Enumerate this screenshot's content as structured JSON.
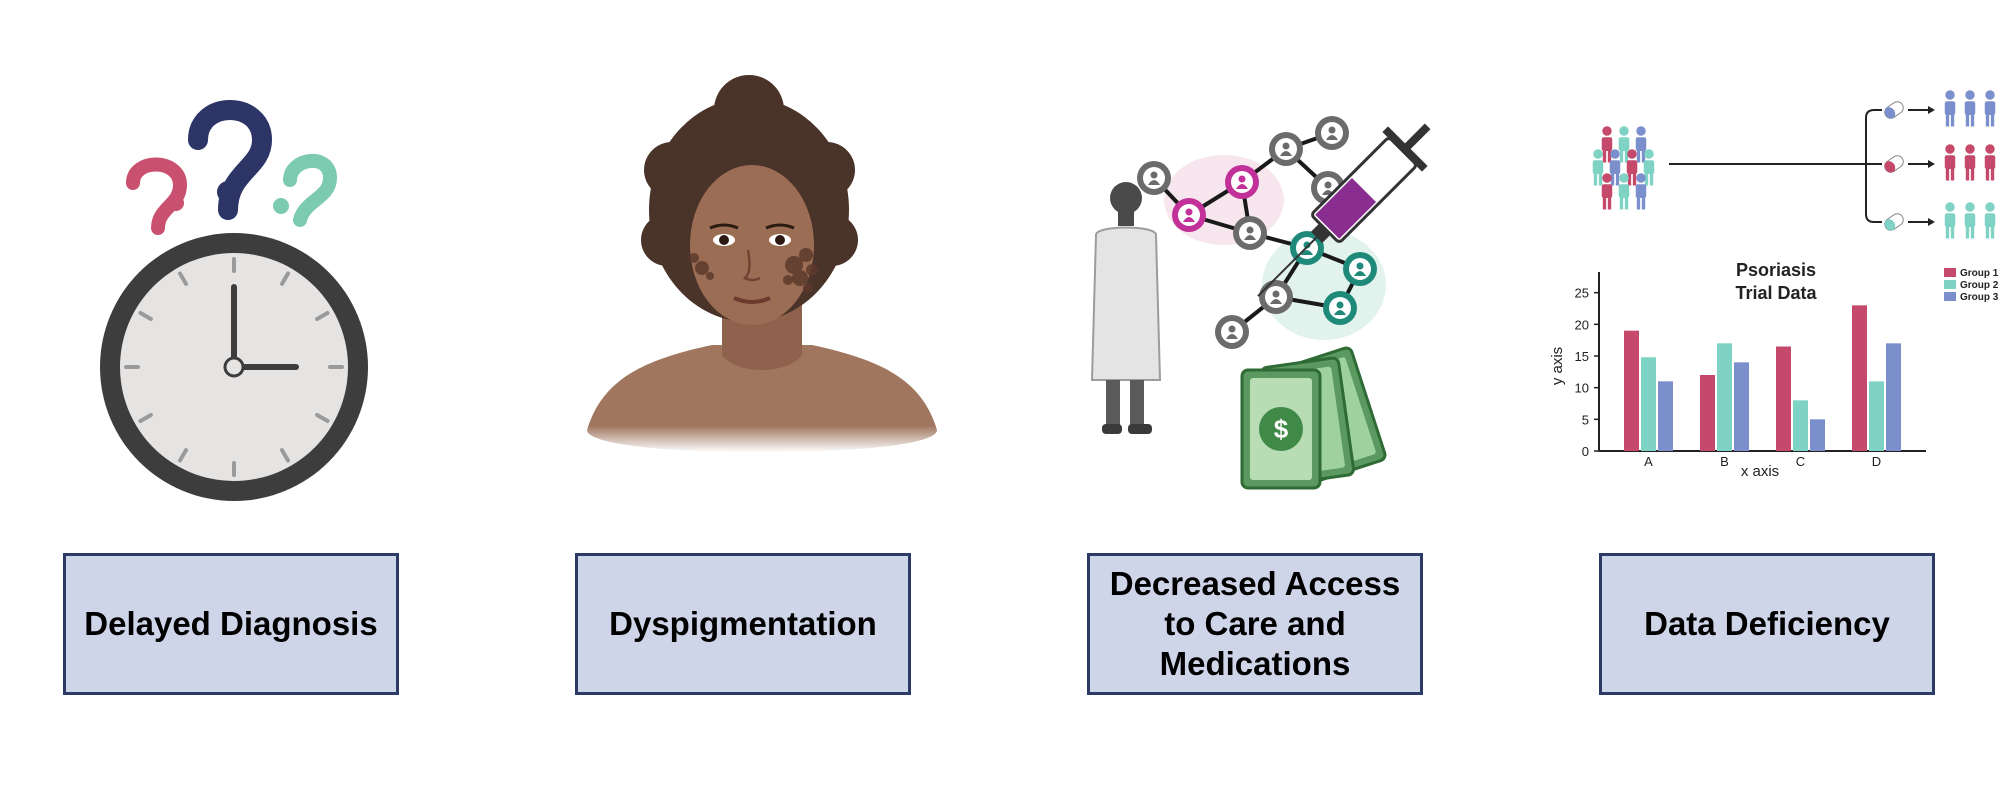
{
  "colors": {
    "box_fill": "#cfd5e8",
    "box_border": "#2d3a66",
    "group1": "#c4496b",
    "group2": "#7fd3c4",
    "group3": "#7b8fcc",
    "question_pink": "#c9506e",
    "question_navy": "#2c3566",
    "question_teal": "#7ccbb0"
  },
  "panels": [
    {
      "label": "Delayed Diagnosis",
      "icon": "clock-icon"
    },
    {
      "label": "Dyspigmentation",
      "icon": "woman-portrait-icon"
    },
    {
      "label": "Decreased Access\nto Care and\nMedications",
      "icon": "doctor-network-icon"
    },
    {
      "label": "Data Deficiency",
      "icon": "clinical-trial-chart-icon"
    }
  ],
  "chart_data": {
    "type": "bar",
    "title": "Psoriasis\nTrial Data",
    "title_lines": [
      "Psoriasis",
      "Trial Data"
    ],
    "xlabel": "x axis",
    "ylabel": "y axis",
    "categories": [
      "A",
      "B",
      "C",
      "D"
    ],
    "series": [
      {
        "name": "Group 1",
        "values": [
          19,
          12,
          16.5,
          23
        ],
        "color": "#c4496b"
      },
      {
        "name": "Group 2",
        "values": [
          14.8,
          17,
          8,
          11
        ],
        "color": "#7fd3c4"
      },
      {
        "name": "Group 3",
        "values": [
          11,
          14,
          5,
          17
        ],
        "color": "#7b8fcc"
      }
    ],
    "ylim": [
      0,
      27
    ],
    "yticks": [
      0,
      5,
      10,
      15,
      20,
      25
    ],
    "ytick_labels": [
      "0",
      "5",
      "10",
      "15",
      "20",
      "25"
    ],
    "grid": false,
    "legend": "top-right"
  }
}
